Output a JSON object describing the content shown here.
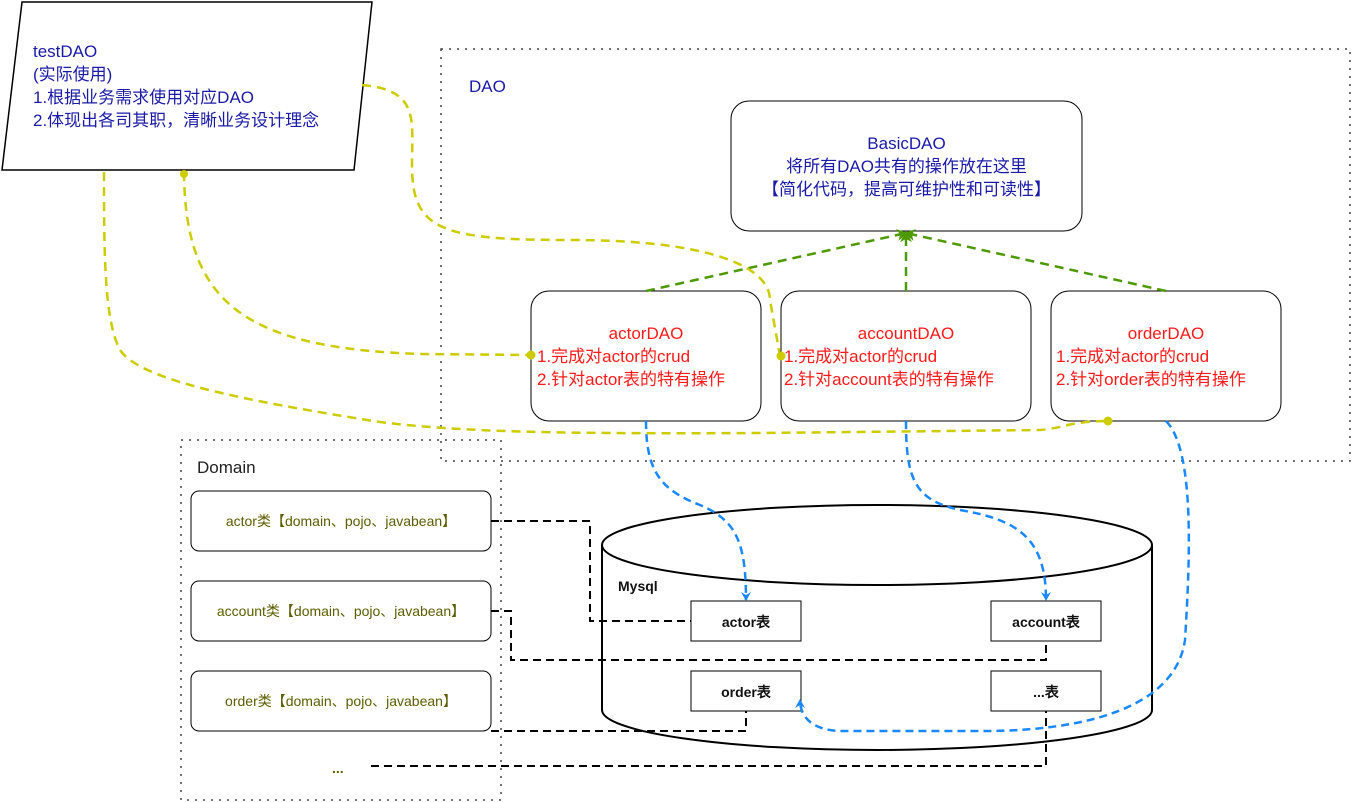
{
  "colors": {
    "blue_text": "#1a1aa6",
    "red_text": "#ff1a1a",
    "olive_text": "#5c5c00",
    "yellow_line": "#cccc00",
    "green_line": "#4d9900",
    "blue_line": "#1a88ff",
    "black_line": "#000000"
  },
  "test_dao": {
    "lines": [
      "testDAO",
      "(实际使用)",
      "1.根据业务需求使用对应DAO",
      "2.体现出各司其职，清晰业务设计理念"
    ]
  },
  "dao_group": {
    "label": "DAO"
  },
  "basic_dao": {
    "lines": [
      "BasicDAO",
      "将所有DAO共有的操作放在这里",
      "【简化代码，提高可维护性和可读性】"
    ]
  },
  "actor_dao": {
    "lines": [
      "actorDAO",
      "1.完成对actor的crud",
      "2.针对actor表的特有操作"
    ]
  },
  "account_dao": {
    "lines": [
      "accountDAO",
      "1.完成对actor的crud",
      "2.针对account表的特有操作"
    ]
  },
  "order_dao": {
    "lines": [
      "orderDAO",
      "1.完成对actor的crud",
      "2.针对order表的特有操作"
    ]
  },
  "domain_group": {
    "label": "Domain",
    "items": [
      "actor类【domain、pojo、javabean】",
      "account类【domain、pojo、javabean】",
      "order类【domain、pojo、javabean】"
    ],
    "ellipsis": "..."
  },
  "mysql": {
    "label": "Mysql",
    "tables": [
      "actor表",
      "account表",
      "order表",
      "...表"
    ]
  }
}
